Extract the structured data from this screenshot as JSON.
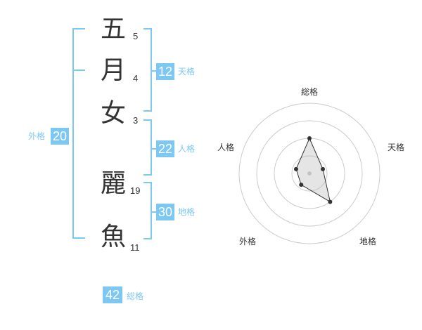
{
  "name": {
    "chars": [
      {
        "char": "五",
        "strokes": "5"
      },
      {
        "char": "月",
        "strokes": "4"
      },
      {
        "char": "女",
        "strokes": "3"
      },
      {
        "char": "麗",
        "strokes": "19"
      },
      {
        "char": "魚",
        "strokes": "11"
      }
    ]
  },
  "kakusu": {
    "tenkaku": {
      "value": "12",
      "label": "天格"
    },
    "jinkaku": {
      "value": "22",
      "label": "人格"
    },
    "chikaku": {
      "value": "30",
      "label": "地格"
    },
    "gaikaku": {
      "value": "20",
      "label": "外格"
    },
    "soukaku": {
      "value": "42",
      "label": "総格"
    }
  },
  "colors": {
    "accent": "#7cc8f3",
    "text": "#333333",
    "grid": "#cccccc"
  },
  "chart_data": {
    "type": "radar",
    "categories": [
      "総格",
      "天格",
      "地格",
      "外格",
      "人格"
    ],
    "values": [
      2.5,
      1,
      2.5,
      1,
      1
    ],
    "max": 5,
    "rings": 4
  }
}
